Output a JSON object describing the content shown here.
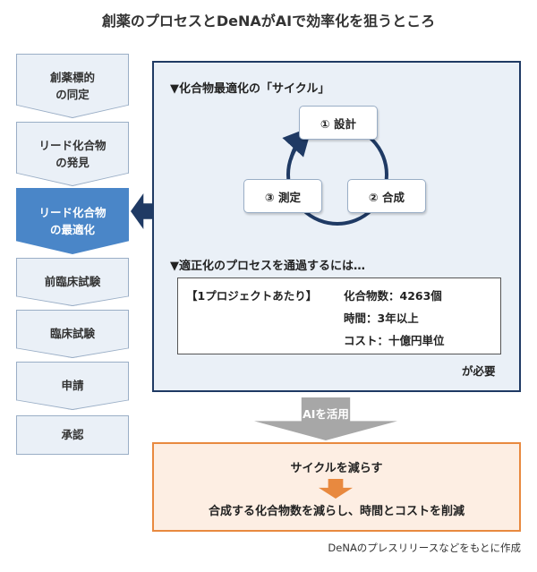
{
  "title": "創薬のプロセスとDeNAがAIで効率化を狙うところ",
  "steps": [
    {
      "line1": "創薬標的",
      "line2": "の同定"
    },
    {
      "line1": "リード化合物",
      "line2": "の発見"
    },
    {
      "line1": "リード化合物",
      "line2": "の最適化"
    },
    {
      "line1": "前臨床試験",
      "line2": ""
    },
    {
      "line1": "臨床試験",
      "line2": ""
    },
    {
      "line1": "申請",
      "line2": ""
    },
    {
      "line1": "承認",
      "line2": ""
    }
  ],
  "cycle": {
    "heading": "▼化合物最適化の「サイクル」",
    "nodes": [
      "① 設計",
      "② 合成",
      "③ 測定"
    ]
  },
  "process": {
    "heading": "▼適正化のプロセスを通過するには…",
    "label": "【1プロジェクトあたり】",
    "lines": [
      "化合物数：4263個",
      "時間：3年以上",
      "コスト：十億円単位"
    ],
    "suffix": "が必要"
  },
  "ai_arrow_label": "AIを活用",
  "result": {
    "top": "サイクルを減らす",
    "bottom": "合成する化合物数を減らし、時間とコストを削減"
  },
  "source": "DeNAのプレスリリースなどをもとに作成",
  "colors": {
    "navy": "#1f3a64",
    "light_blue": "#eaf0f7",
    "active_blue": "#4a86c8",
    "orange": "#e8893f",
    "grey": "#a7a7a7"
  }
}
